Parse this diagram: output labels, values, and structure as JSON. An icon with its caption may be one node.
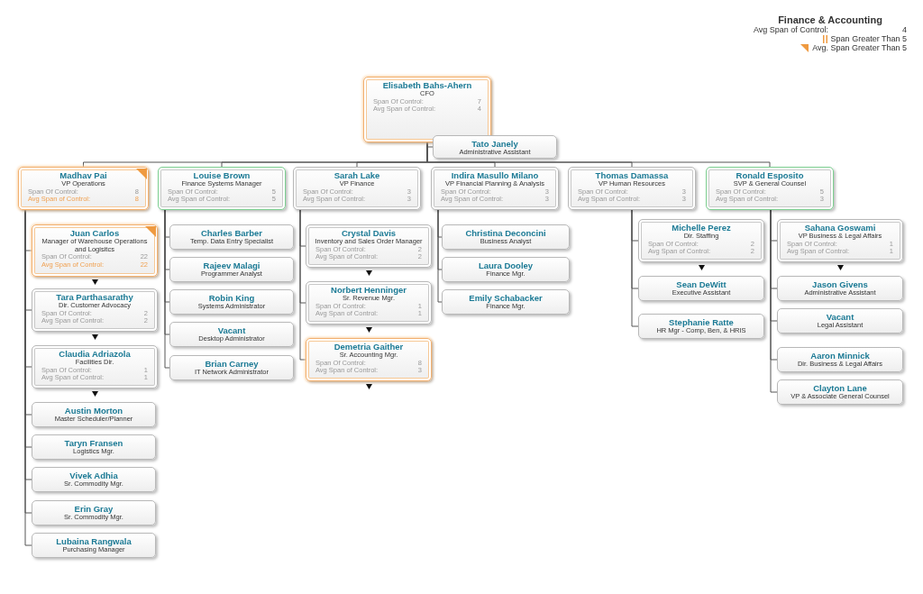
{
  "diagram": {
    "title": "Finance & Accounting",
    "nodes": [
      {
        "text": [
          "Elisabeth Bahs-Ahern",
          "CFO",
          "Span Of Control:",
          "7",
          "Avg Span of Control:",
          "4"
        ]
      },
      {
        "text": [
          "Tato Janely",
          "Administrative Assistant"
        ]
      },
      {
        "text": [
          "Madhav Pai",
          "VP Operations",
          "Span Of Control:",
          "8",
          "Avg Span of Control:",
          "8"
        ]
      },
      {
        "text": [
          "Louise Brown",
          "Finance Systems Manager",
          "Span Of Control:",
          "5",
          "Avg Span of Control:",
          "5"
        ]
      },
      {
        "text": [
          "Sarah Lake",
          "VP Finance",
          "Span Of Control:",
          "3",
          "Avg Span of Control:",
          "3"
        ]
      },
      {
        "text": [
          "Indira Masullo Milano",
          "VP Financial Planning & Analysis",
          "Span Of Control:",
          "3",
          "Avg Span of Control:",
          "3"
        ]
      },
      {
        "text": [
          "Thomas Damassa",
          "VP Human Resources",
          "Span Of Control:",
          "3",
          "Avg Span of Control:",
          "3"
        ]
      },
      {
        "text": [
          "Ronald Esposito",
          "SVP & General Counsel",
          "Span Of Control:",
          "5",
          "Avg Span of Control:",
          "3"
        ]
      },
      {
        "text": [
          "Juan Carlos",
          "Manager of Warehouse Operations and Logisitcs",
          "Span Of Control:",
          "22",
          "Avg Span of Control:",
          "22"
        ]
      },
      {
        "text": [
          "Tara Parthasarathy",
          "Dir. Customer Advocacy",
          "Span Of Control:",
          "2",
          "Avg Span of Control:",
          "2"
        ]
      },
      {
        "text": [
          "Claudia Adriazola",
          "Facilities Dir.",
          "Span Of Control:",
          "1",
          "Avg Span of Control:",
          "1"
        ]
      },
      {
        "text": [
          "Austin Morton",
          "Master Scheduler/Planner"
        ]
      },
      {
        "text": [
          "Taryn Fransen",
          "Logistics Mgr."
        ]
      },
      {
        "text": [
          "Vivek Adhia",
          "Sr. Commodity Mgr."
        ]
      },
      {
        "text": [
          "Erin Gray",
          "Sr. Commodity Mgr."
        ]
      },
      {
        "text": [
          "Lubaina Rangwala",
          "Purchasing Manager"
        ]
      },
      {
        "text": [
          "Charles Barber",
          "Temp. Data Entry Specialist"
        ]
      },
      {
        "text": [
          "Rajeev Malagi",
          "Programmer Analyst"
        ]
      },
      {
        "text": [
          "Robin King",
          "Systems Administrator"
        ]
      },
      {
        "text": [
          "Vacant",
          "Desktop Administrator"
        ]
      },
      {
        "text": [
          "Brian Carney",
          "IT Network Administrator"
        ]
      },
      {
        "text": [
          "Crystal Davis",
          "Inventory and Sales Order Manager",
          "Span Of Control:",
          "2",
          "Avg Span of Control:",
          "2"
        ]
      },
      {
        "text": [
          "Norbert Henninger",
          "Sr. Revenue Mgr.",
          "Span Of Control:",
          "1",
          "Avg Span of Control:",
          "1"
        ]
      },
      {
        "text": [
          "Demetria Gaither",
          "Sr. Accounting Mgr.",
          "Span Of Control:",
          "8",
          "Avg Span of Control:",
          "3"
        ]
      },
      {
        "text": [
          "Christina Deconcini",
          "Business Analyst"
        ]
      },
      {
        "text": [
          "Laura Dooley",
          "Finance Mgr."
        ]
      },
      {
        "text": [
          "Emily Schabacker",
          "Finance Mgr."
        ]
      },
      {
        "text": [
          "Michelle Perez",
          "Dir. Staffing",
          "Span Of Control:",
          "2",
          "Avg Span of Control:",
          "2"
        ]
      },
      {
        "text": [
          "Sean DeWitt",
          "Executive Assistant"
        ]
      },
      {
        "text": [
          "Stephanie Ratte",
          "HR Mgr - Comp, Ben, & HRIS"
        ]
      },
      {
        "text": [
          "Sahana Goswami",
          "VP Business & Legal Affairs",
          "Span Of Control:",
          "1",
          "Avg Span of Control:",
          "1"
        ]
      },
      {
        "text": [
          "Jason Givens",
          "Administrative Assistant"
        ]
      },
      {
        "text": [
          "Vacant",
          "Legal Assistant"
        ]
      },
      {
        "text": [
          "Aaron Minnick",
          "Dir. Business & Legal Affairs"
        ]
      },
      {
        "text": [
          "Clayton Lane",
          "VP & Associate General Counsel"
        ]
      }
    ],
    "edges": [
      {
        "from": 0,
        "to": 1,
        "arrow": "none"
      },
      {
        "from": 0,
        "to": 2,
        "arrow": "none"
      },
      {
        "from": 0,
        "to": 3,
        "arrow": "none"
      },
      {
        "from": 0,
        "to": 4,
        "arrow": "none"
      },
      {
        "from": 0,
        "to": 5,
        "arrow": "none"
      },
      {
        "from": 0,
        "to": 6,
        "arrow": "none"
      },
      {
        "from": 0,
        "to": 7,
        "arrow": "none"
      },
      {
        "from": 2,
        "to": 8,
        "arrow": "none"
      },
      {
        "from": 2,
        "to": 9,
        "arrow": "none"
      },
      {
        "from": 2,
        "to": 10,
        "arrow": "none"
      },
      {
        "from": 2,
        "to": 11,
        "arrow": "none"
      },
      {
        "from": 2,
        "to": 12,
        "arrow": "none"
      },
      {
        "from": 2,
        "to": 13,
        "arrow": "none"
      },
      {
        "from": 2,
        "to": 14,
        "arrow": "none"
      },
      {
        "from": 2,
        "to": 15,
        "arrow": "none"
      },
      {
        "from": 3,
        "to": 16,
        "arrow": "none"
      },
      {
        "from": 3,
        "to": 17,
        "arrow": "none"
      },
      {
        "from": 3,
        "to": 18,
        "arrow": "none"
      },
      {
        "from": 3,
        "to": 19,
        "arrow": "none"
      },
      {
        "from": 3,
        "to": 20,
        "arrow": "none"
      },
      {
        "from": 4,
        "to": 21,
        "arrow": "none"
      },
      {
        "from": 4,
        "to": 22,
        "arrow": "none"
      },
      {
        "from": 4,
        "to": 23,
        "arrow": "none"
      },
      {
        "from": 5,
        "to": 24,
        "arrow": "none"
      },
      {
        "from": 5,
        "to": 25,
        "arrow": "none"
      },
      {
        "from": 5,
        "to": 26,
        "arrow": "none"
      },
      {
        "from": 6,
        "to": 27,
        "arrow": "none"
      },
      {
        "from": 6,
        "to": 28,
        "arrow": "none"
      },
      {
        "from": 6,
        "to": 29,
        "arrow": "none"
      },
      {
        "from": 7,
        "to": 30,
        "arrow": "none"
      },
      {
        "from": 7,
        "to": 31,
        "arrow": "none"
      },
      {
        "from": 7,
        "to": 32,
        "arrow": "none"
      },
      {
        "from": 7,
        "to": 33,
        "arrow": "none"
      },
      {
        "from": 7,
        "to": 34,
        "arrow": "none"
      }
    ],
    "labels": [
      "Avg Span of Control:",
      "4"
    ],
    "legend": [
      {
        "text": "Span Greater Than 5"
      },
      {
        "text": "Avg. Span Greater Than 5"
      }
    ]
  }
}
